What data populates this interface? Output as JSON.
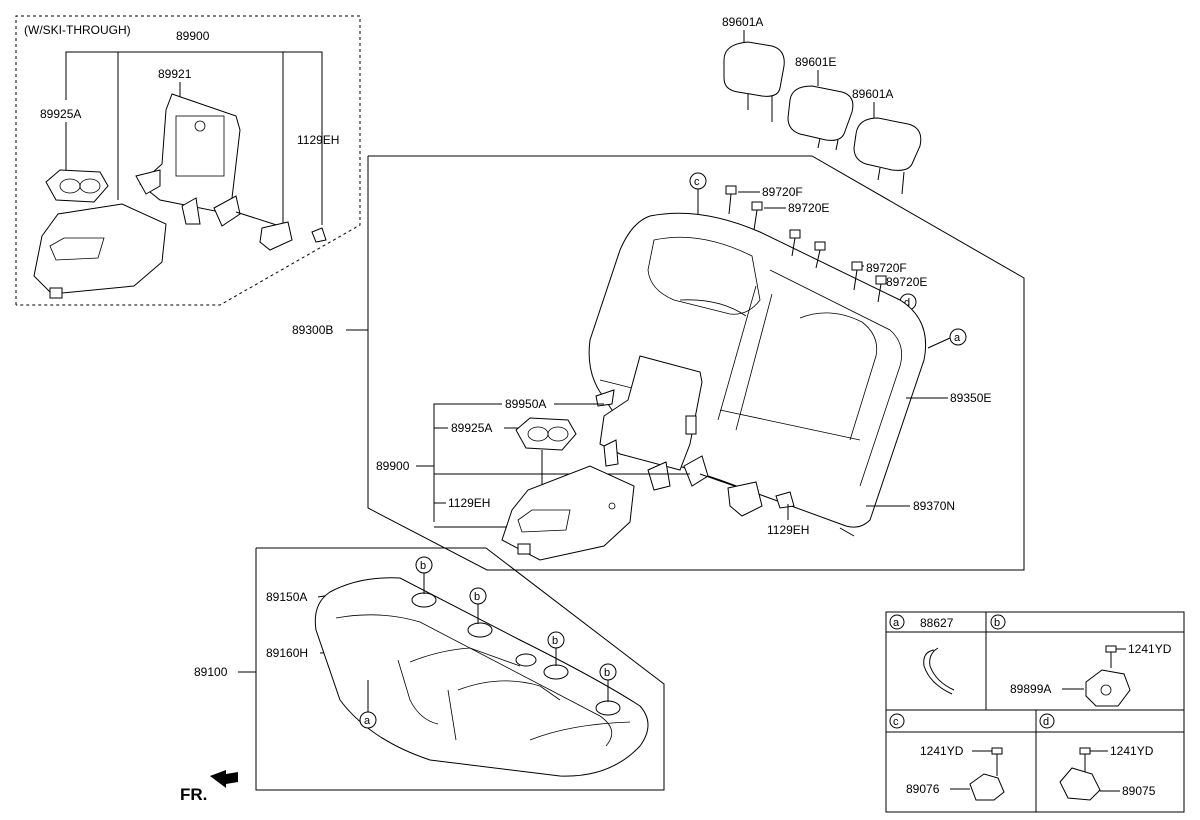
{
  "variant_label": "(W/SKI-THROUGH)",
  "callouts": {
    "ski_89900": "89900",
    "ski_89921": "89921",
    "ski_89925a": "89925A",
    "ski_1129eh": "1129EH",
    "hr_89601a_1": "89601A",
    "hr_89601e": "89601E",
    "hr_89601a_2": "89601A",
    "back_89300b": "89300B",
    "guide_89720f_1": "89720F",
    "guide_89720e_1": "89720E",
    "guide_89720f_2": "89720F",
    "guide_89720e_2": "89720E",
    "back_89350e": "89350E",
    "back_89370n": "89370N",
    "back_89950a": "89950A",
    "back_89925a": "89925A",
    "back_89900": "89900",
    "back_1129eh_1": "1129EH",
    "back_1129eh_2": "1129EH",
    "cush_89100": "89100",
    "cush_89150a": "89150A",
    "cush_89160h": "89160H",
    "legend_a_part": "88627",
    "legend_b_bolt": "1241YD",
    "legend_b_part": "89899A",
    "legend_c_bolt": "1241YD",
    "legend_c_part": "89076",
    "legend_d_bolt": "1241YD",
    "legend_d_part": "89075"
  },
  "markers": {
    "a": "a",
    "b": "b",
    "c": "c",
    "d": "d"
  },
  "front_indicator": "FR."
}
